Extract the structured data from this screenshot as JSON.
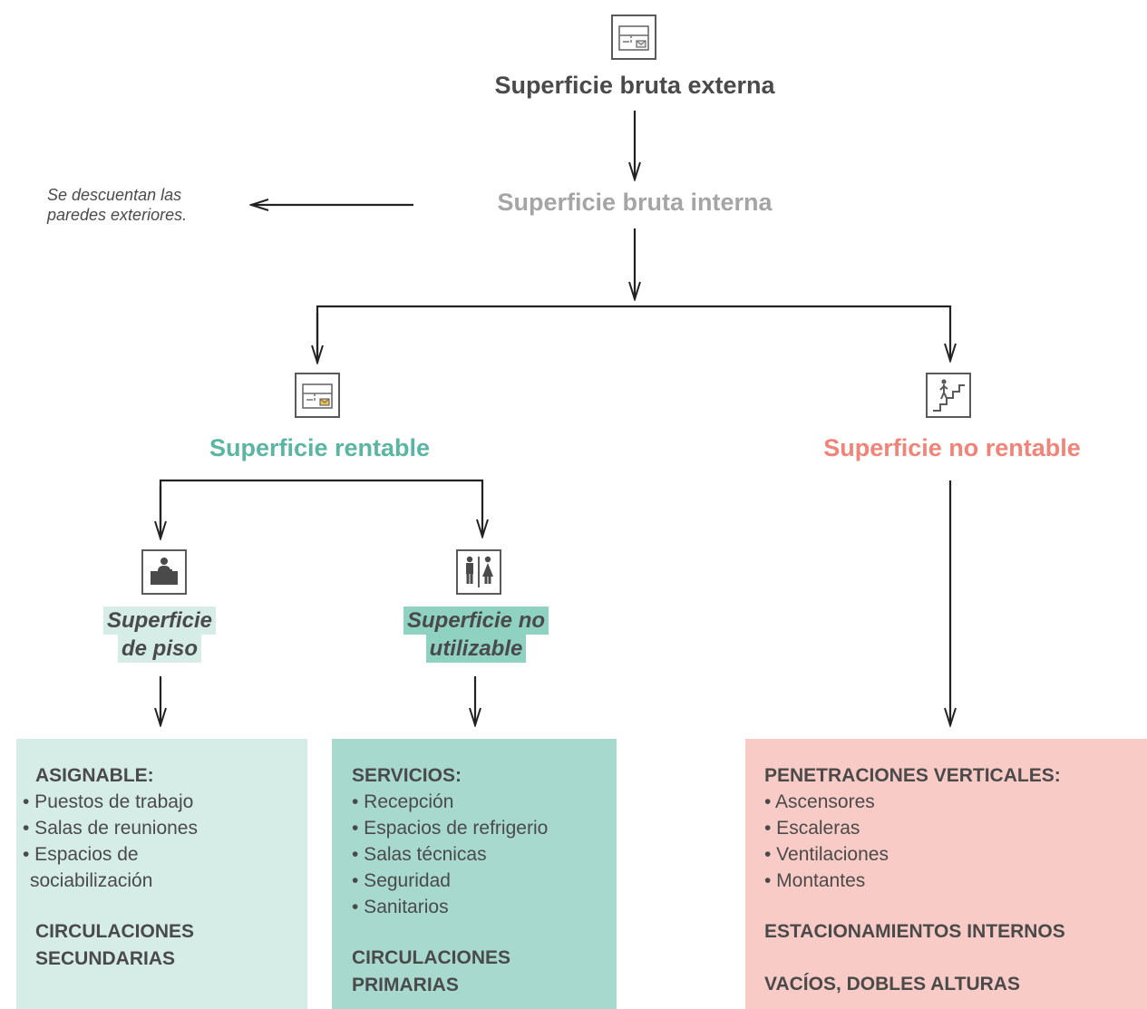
{
  "top": {
    "title": "Superficie bruta externa"
  },
  "internal": {
    "title": "Superficie bruta interna",
    "note_lines": [
      "Se descuentan las",
      "paredes exteriores."
    ]
  },
  "rentable": {
    "title": "Superficie rentable"
  },
  "no_rentable": {
    "title": "Superficie no rentable"
  },
  "piso": {
    "lines": [
      "Superficie",
      "de piso"
    ]
  },
  "no_utilizable": {
    "lines": [
      "Superficie no",
      "utilizable"
    ]
  },
  "box_asignable": {
    "heading": "ASIGNABLE:",
    "items": [
      "• Puestos de trabajo",
      "• Salas de reuniones",
      "• Espacios de",
      "sociabilización"
    ],
    "footer_lines": [
      "CIRCULACIONES",
      "SECUNDARIAS"
    ]
  },
  "box_servicios": {
    "heading": "SERVICIOS:",
    "items": [
      "• Recepción",
      "• Espacios de refrigerio",
      "• Salas técnicas",
      "• Seguridad",
      "• Sanitarios"
    ],
    "footer_lines": [
      "CIRCULACIONES",
      "PRIMARIAS"
    ]
  },
  "box_penetraciones": {
    "heading": "PENETRACIONES VERTICALES:",
    "items": [
      "• Ascensores",
      "• Escaleras",
      "• Ventilaciones",
      "• Montantes"
    ],
    "footer1": "ESTACIONAMIENTOS INTERNOS",
    "footer2": "VACÍOS, DOBLES ALTURAS"
  },
  "colors": {
    "teal_title": "#5bb5a3",
    "coral_title": "#f08478",
    "box_light": "#d6ece6",
    "box_teal": "#a8d9cf",
    "box_pink": "#f9cbc6",
    "envelope_accent": "#f2c14e"
  },
  "icons": {
    "top": "floorplan-icon",
    "rentable": "floorplan-envelope-icon",
    "no_rentable": "stairs-person-icon",
    "piso": "desk-person-icon",
    "no_utilizable": "restroom-icon"
  }
}
